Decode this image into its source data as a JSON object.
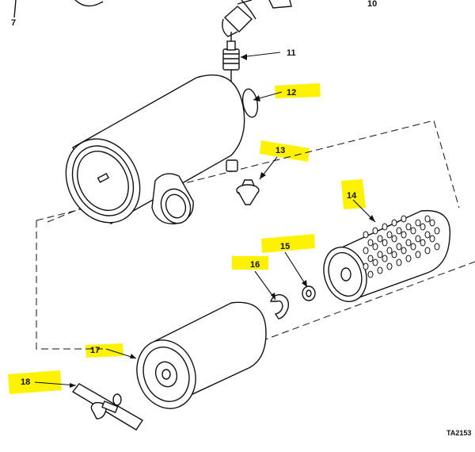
{
  "diagram": {
    "highlight_color": "#fff200",
    "callouts": [
      {
        "id": "7",
        "text": "7",
        "highlighted": false
      },
      {
        "id": "10",
        "text": "10",
        "highlighted": false
      },
      {
        "id": "11",
        "text": "11",
        "highlighted": false
      },
      {
        "id": "12",
        "text": "12",
        "highlighted": true
      },
      {
        "id": "13",
        "text": "13",
        "highlighted": true
      },
      {
        "id": "14",
        "text": "14",
        "highlighted": true
      },
      {
        "id": "15",
        "text": "15",
        "highlighted": true
      },
      {
        "id": "16",
        "text": "16",
        "highlighted": true
      },
      {
        "id": "17",
        "text": "17",
        "highlighted": true
      },
      {
        "id": "18",
        "text": "18",
        "highlighted": true
      }
    ],
    "figure_code": "TA2153"
  }
}
